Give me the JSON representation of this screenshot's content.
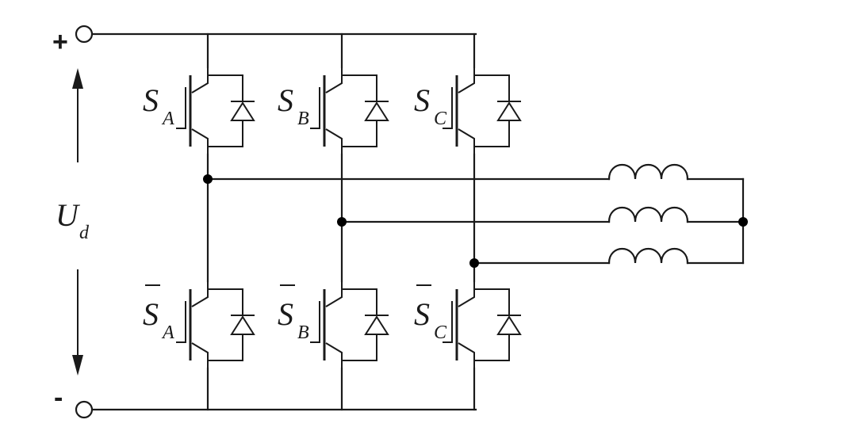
{
  "terminals": {
    "positive": "+",
    "negative": "-"
  },
  "dc_voltage": {
    "main": "U",
    "sub": "d"
  },
  "switches": {
    "upper": [
      {
        "main": "S",
        "sub": "A"
      },
      {
        "main": "S",
        "sub": "B"
      },
      {
        "main": "S",
        "sub": "C"
      }
    ],
    "lower": [
      {
        "main": "S",
        "sub": "A"
      },
      {
        "main": "S",
        "sub": "B"
      },
      {
        "main": "S",
        "sub": "C"
      }
    ]
  },
  "components": {
    "switch_icon": "igbt-with-antiparallel-diode",
    "load_icon": "inductor-coil",
    "load_connection": "wye"
  },
  "colors": {
    "line": "#1a1a1a",
    "background": "#ffffff"
  }
}
